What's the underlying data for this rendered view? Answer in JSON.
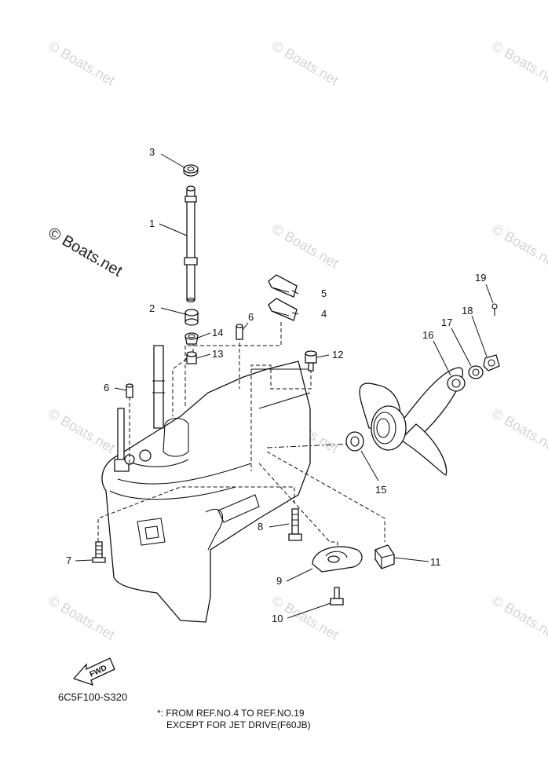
{
  "watermark_text": "© Boats.net",
  "watermark_big_text": "© Boats.net",
  "diagram_code": "6C5F100-S320",
  "fwd_label": "FWD",
  "note_line1": "*: FROM REF.NO.4 TO REF.NO.19",
  "note_line2": "EXCEPT FOR JET DRIVE(F60JB)",
  "callouts": {
    "c1": "1",
    "c2": "2",
    "c3": "3",
    "c4": "4",
    "c5": "5",
    "c6a": "6",
    "c6b": "6",
    "c7": "7",
    "c8": "8",
    "c9": "9",
    "c10": "10",
    "c11": "11",
    "c12": "12",
    "c13": "13",
    "c14": "14",
    "c15": "15",
    "c16": "16",
    "c17": "17",
    "c18": "18",
    "c19": "19"
  }
}
